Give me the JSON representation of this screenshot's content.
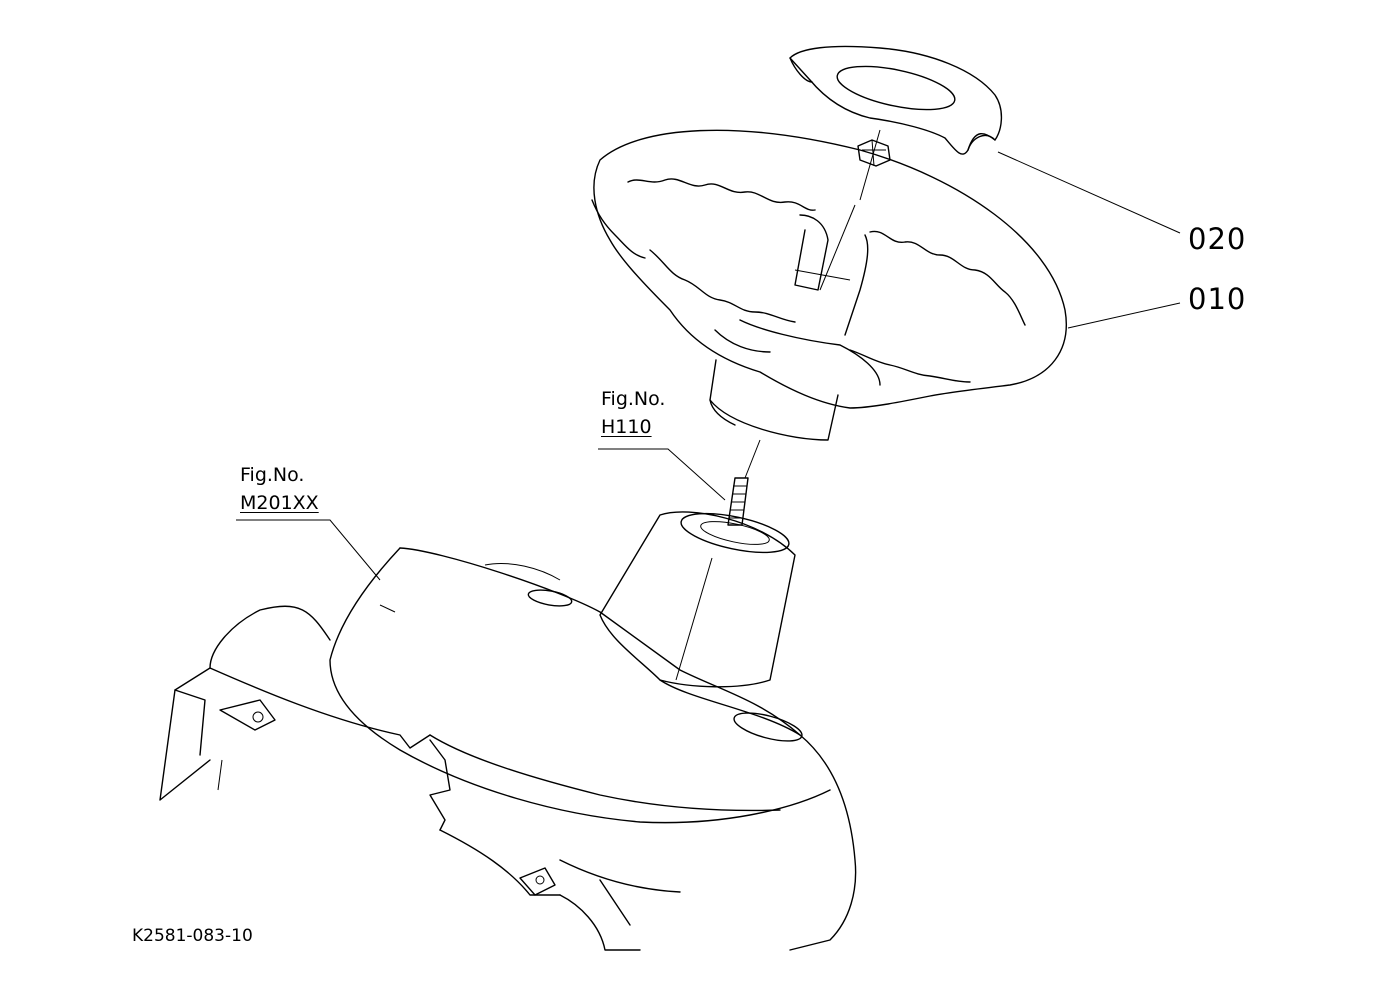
{
  "callouts": [
    {
      "id": "020",
      "text": "020"
    },
    {
      "id": "010",
      "text": "010"
    }
  ],
  "figure_refs": [
    {
      "label": "Fig.No.",
      "number": "H110"
    },
    {
      "label": "Fig.No.",
      "number": "M201XX"
    }
  ],
  "drawing_code": "K2581-083-10",
  "colors": {
    "line": "#000000",
    "background": "#ffffff"
  }
}
